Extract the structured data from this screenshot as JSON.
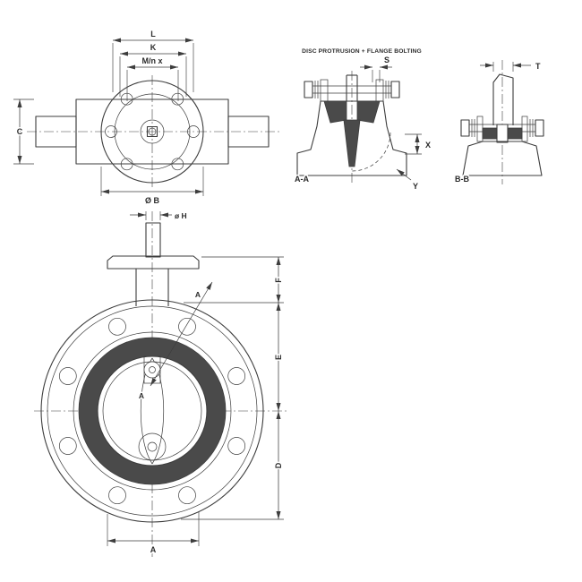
{
  "drawing": {
    "subject": "Butterfly valve dimensional technical drawing",
    "background": "#ffffff",
    "line_color": "#3d3d3d",
    "dark_fill": "#4a4a4a",
    "views": {
      "plan": {
        "dims": {
          "L": "L",
          "K": "K",
          "Mn": "M/n x",
          "C": "C",
          "B": "Ø B"
        }
      },
      "section_aa": {
        "title": "DISC PROTRUSION + FLANGE BOLTING",
        "label": "A-A",
        "dims": {
          "S": "S",
          "X": "X",
          "Y": "Y"
        }
      },
      "section_bb": {
        "label": "B-B",
        "dims": {
          "T": "T"
        }
      },
      "front": {
        "dims": {
          "H": "ø H",
          "F": "F",
          "E": "E",
          "D": "D",
          "A": "A"
        },
        "cut_label": "A"
      }
    }
  }
}
